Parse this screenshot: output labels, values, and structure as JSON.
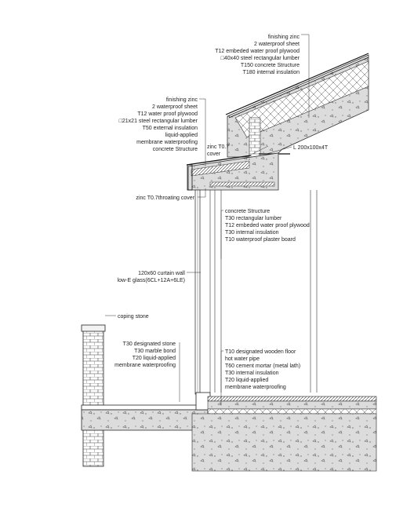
{
  "labels": {
    "roof_right": [
      "finishing zinc",
      "2 waterproof sheet",
      "T12 embeded water proof plywood",
      "□40x40 steel rectangular lumber",
      "T150 concrete Structure",
      "T180 internal insulation"
    ],
    "roof_left": [
      "finishing zinc",
      "2 waterproof sheet",
      "T12 water proof plywood",
      "□21x21 steel rectangular lumber",
      "T50 external insulation",
      "liquid-applied",
      "membrane waterproofing",
      "concrete Structure"
    ],
    "zinc_cover": [
      "zinc T0.7",
      "cover"
    ],
    "angle": "L 200x100x4T",
    "throating": "zinc T0.7throating cover",
    "wall": [
      "concrete Structure",
      "T30 rectangular lumber",
      "T12 embeded water proof plywood",
      "T30 internal insulation",
      "T10 waterproof plaster board"
    ],
    "curtain_wall": [
      "120x60 curtain wall",
      "low-E glass(6CL+12A+6LE)"
    ],
    "coping": "coping stone",
    "terrace": [
      "T30 designated stone",
      "T30 marble bond",
      "T20 liquid-applied",
      "membrane waterproofing"
    ],
    "floor": [
      "T10 designated wooden floor",
      "hot water pipe",
      "T60 cement mortar (metal lath)",
      "T30 internal insulation",
      "T20 liquid-applied",
      "membrane waterproofing"
    ]
  }
}
